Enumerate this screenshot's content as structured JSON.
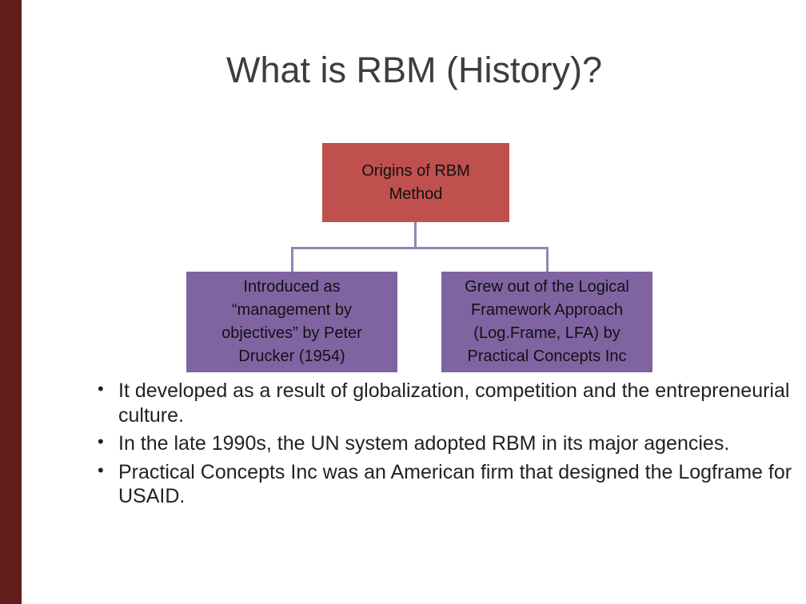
{
  "slide": {
    "title": "What is RBM (History)?"
  },
  "colors": {
    "accent_red": "#c0504d",
    "accent_purple": "#8064a2",
    "stripe": "#621c1c",
    "connector": "#9583b5",
    "title_color": "#3d3d3d",
    "body_color": "#222222"
  },
  "diagram": {
    "root": {
      "label": "Origins of  RBM\nMethod"
    },
    "children": [
      {
        "label": "Introduced as\n“management by\nobjectives” by Peter\nDrucker (1954)"
      },
      {
        "label": "Grew out of the Logical\nFramework Approach\n(Log.Frame, LFA) by\nPractical Concepts Inc"
      }
    ]
  },
  "bullets": [
    "It developed as a result of globalization, competition and the entrepreneurial culture.",
    "In the late 1990s, the UN system adopted RBM in its major agencies.",
    "Practical Concepts Inc was an American firm that designed the Logframe for USAID."
  ]
}
